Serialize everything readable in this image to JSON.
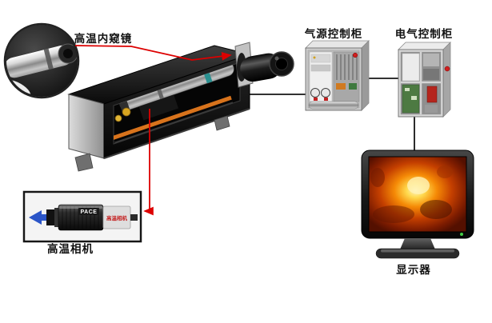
{
  "labels": {
    "endoscope": "高温内窥镜",
    "air_cabinet": "气源控制柜",
    "electric_cabinet": "电气控制柜",
    "camera": "高温相机",
    "monitor": "显示器"
  },
  "camera_inset": {
    "brand": "PACE",
    "side_text": "高温相机"
  },
  "colors": {
    "leader_red": "#dd0000",
    "cable_black": "#141414",
    "rail_orange": "#d8731c",
    "tube_ring_teal": "#2a9090",
    "arrow_blue": "#2b55c8",
    "furnace_core": "#fff6c4",
    "furnace_deep": "#541000"
  }
}
